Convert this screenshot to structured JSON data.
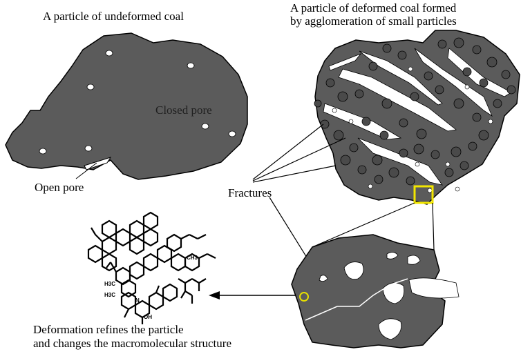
{
  "labels": {
    "undeformed_title": "A particle of undeformed coal",
    "deformed_title_line1": "A particle of deformed coal formed",
    "deformed_title_line2": "by agglomeration of small particles",
    "closed_pore": "Closed pore",
    "open_pore": "Open pore",
    "fractures": "Fractures",
    "deformation_line1": "Deformation refines the particle",
    "deformation_line2": "and changes the macromolecular structure"
  },
  "chem_labels": {
    "ch3": "CH3",
    "h3c_a": "H3C",
    "h3c_b": "H3C",
    "n": "N",
    "oh": "OH"
  },
  "colors": {
    "coal": "#5b5b5b",
    "coal_outline": "#000000",
    "small_particle": "#4a4a4a",
    "pore": "#ffffff",
    "highlight_box": "#f2e600",
    "highlight_circle": "#e8e000",
    "fracture_line": "#ffffff",
    "text": "#000000"
  },
  "icons": {
    "arrow": "arrow-left-icon"
  }
}
